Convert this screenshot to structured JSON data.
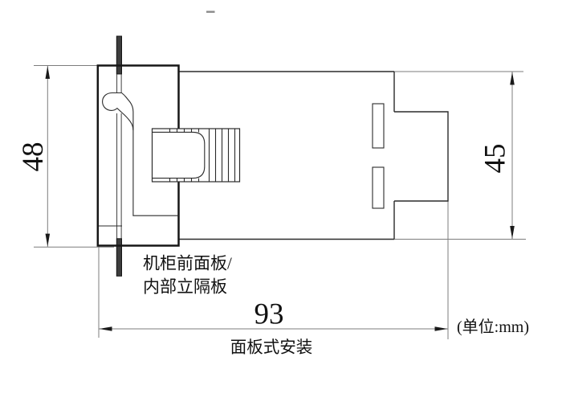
{
  "drawing": {
    "title_caption": "面板式安装",
    "unit_note": "(单位:mm)",
    "dimensions": {
      "front_height_mm": "48",
      "body_height_mm": "45",
      "depth_mm": "93"
    },
    "labels": {
      "panel_line1": "机柜前面板/",
      "panel_line2": "内部立隔板"
    }
  }
}
